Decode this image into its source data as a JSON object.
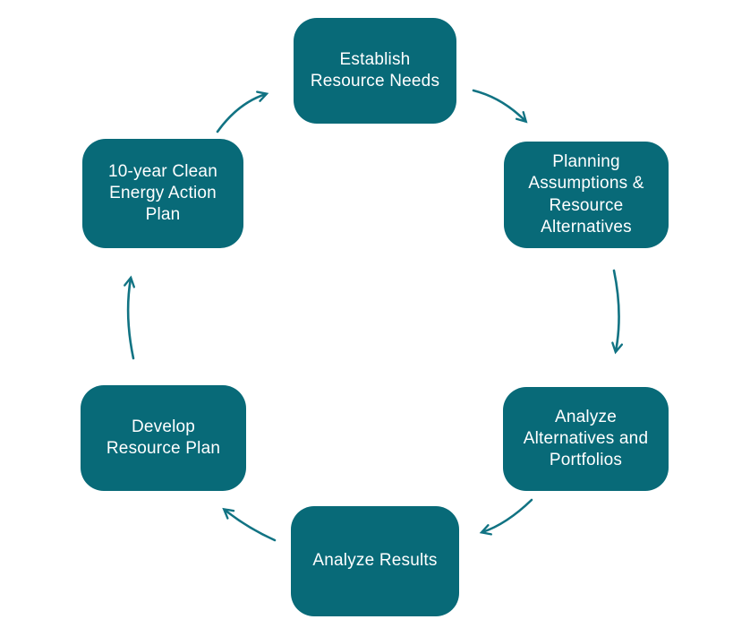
{
  "diagram": {
    "type": "cycle",
    "background_color": "#ffffff",
    "node_fill_color": "#086a78",
    "node_text_color": "#ffffff",
    "arrow_color": "#117383",
    "nodes": [
      {
        "id": "establish-resource-needs",
        "label": "Establish Resource Needs"
      },
      {
        "id": "planning-assumptions-resource-alternatives",
        "label": "Planning Assumptions & Resource Alternatives"
      },
      {
        "id": "analyze-alternatives-and-portfolios",
        "label": "Analyze Alternatives and Portfolios"
      },
      {
        "id": "analyze-results",
        "label": "Analyze Results"
      },
      {
        "id": "develop-resource-plan",
        "label": "Develop Resource Plan"
      },
      {
        "id": "ten-year-clean-energy-action-plan",
        "label": "10-year Clean Energy Action Plan"
      }
    ],
    "arrows": [
      {
        "from": "ten-year-clean-energy-action-plan",
        "to": "establish-resource-needs"
      },
      {
        "from": "establish-resource-needs",
        "to": "planning-assumptions-resource-alternatives"
      },
      {
        "from": "planning-assumptions-resource-alternatives",
        "to": "analyze-alternatives-and-portfolios"
      },
      {
        "from": "analyze-alternatives-and-portfolios",
        "to": "analyze-results"
      },
      {
        "from": "analyze-results",
        "to": "develop-resource-plan"
      },
      {
        "from": "develop-resource-plan",
        "to": "ten-year-clean-energy-action-plan"
      }
    ]
  }
}
